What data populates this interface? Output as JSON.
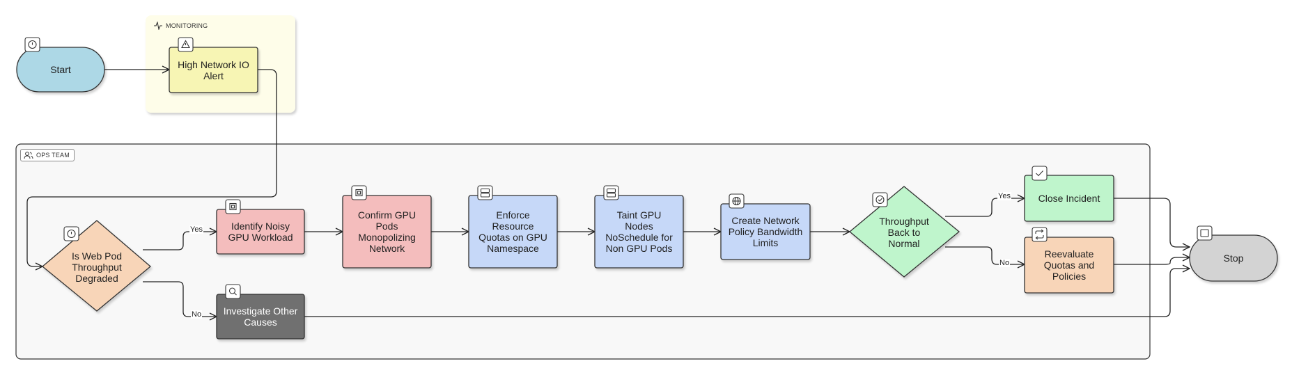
{
  "lanes": {
    "monitoring": {
      "label": "MONITORING",
      "icon": "activity-icon"
    },
    "ops": {
      "label": "OPS TEAM",
      "icon": "users-icon"
    }
  },
  "nodes": {
    "start": {
      "label": "Start",
      "icon": "clock-icon"
    },
    "alert": {
      "label": "High Network IO\nAlert",
      "icon": "warning-icon"
    },
    "decision_throughput": {
      "label": "Is Web Pod\nThroughput\nDegraded",
      "icon": "clock-icon"
    },
    "identify": {
      "label": "Identify Noisy\nGPU Workload",
      "icon": "cpu-icon"
    },
    "investigate": {
      "label": "Investigate Other\nCauses",
      "icon": "search-icon"
    },
    "confirm": {
      "label": "Confirm GPU\nPods\nMonopolizing\nNetwork",
      "icon": "cpu-icon"
    },
    "enforce": {
      "label": "Enforce\nResource\nQuotas on GPU\nNamespace",
      "icon": "server-icon"
    },
    "taint": {
      "label": "Taint GPU\nNodes\nNoSchedule for\nNon GPU Pods",
      "icon": "server-icon"
    },
    "policy": {
      "label": "Create Network\nPolicy Bandwidth\nLimits",
      "icon": "globe-icon"
    },
    "decision_normal": {
      "label": "Throughput\nBack to\nNormal",
      "icon": "check-circle-icon"
    },
    "close": {
      "label": "Close Incident",
      "icon": "check-square-icon"
    },
    "reevaluate": {
      "label": "Reevaluate\nQuotas and\nPolicies",
      "icon": "repeat-icon"
    },
    "stop": {
      "label": "Stop",
      "icon": "square-icon"
    }
  },
  "edges": {
    "yes1": "Yes",
    "no1": "No",
    "yes2": "Yes",
    "no2": "No"
  },
  "colors": {
    "start": "#add8e6",
    "alert": "#f7f5b4",
    "decision_throughput": "#f8d5b8",
    "identify": "#f4bdbd",
    "investigate": "#707070",
    "confirm": "#f4bdbd",
    "process_blue": "#c6d8f8",
    "decision_normal": "#bff5cc",
    "close": "#bff5cc",
    "reevaluate": "#f8d5b8",
    "stop": "#d3d3d3",
    "monitoring_lane": "#fefde9",
    "ops_lane": "#f8f8f8"
  }
}
